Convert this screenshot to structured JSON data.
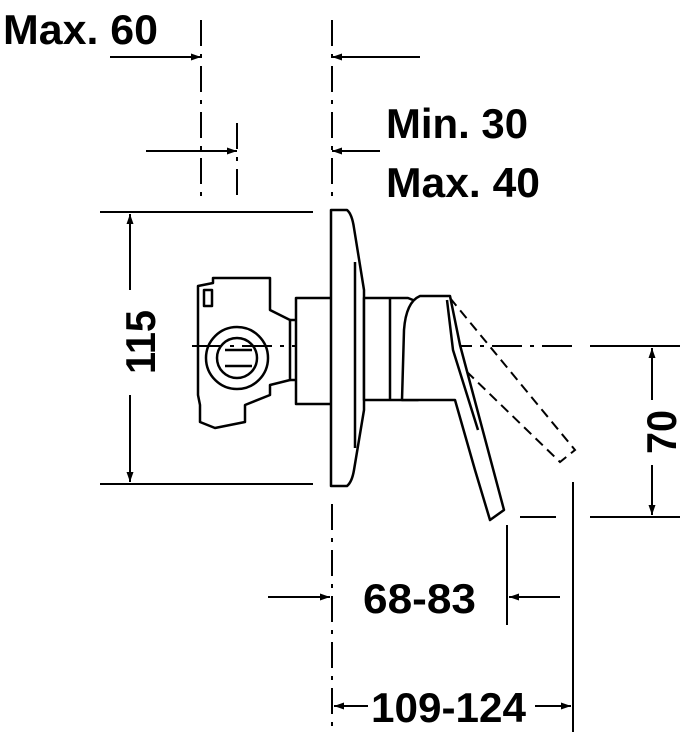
{
  "dimensions": {
    "max_60": "Max. 60",
    "min_30": "Min. 30",
    "max_40": "Max. 40",
    "height_115": "115",
    "height_70": "70",
    "depth_68_83": "68-83",
    "depth_109_124": "109-124"
  },
  "colors": {
    "line": "#000000",
    "background": "#ffffff"
  }
}
